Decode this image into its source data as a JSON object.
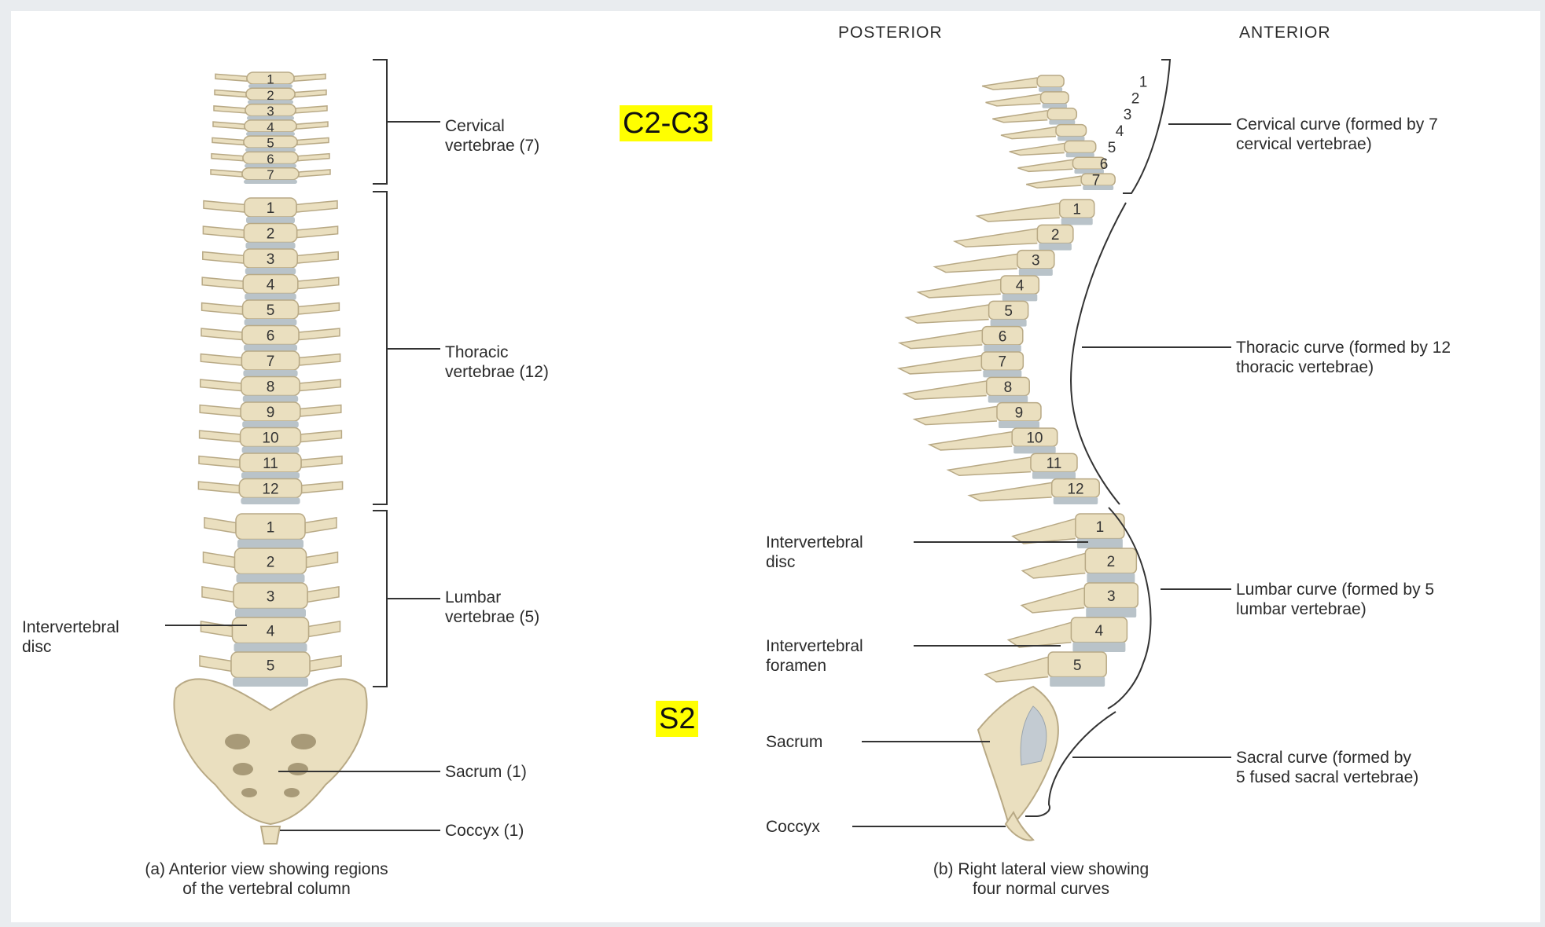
{
  "left": {
    "cervical": "Cervical\nvertebrae (7)",
    "thoracic": "Thoracic\nvertebrae (12)",
    "lumbar": "Lumbar\nvertebrae (5)",
    "disc": "Intervertebral\ndisc",
    "sacrum": "Sacrum (1)",
    "coccyx": "Coccyx (1)",
    "caption": "(a) Anterior view showing regions\nof the vertebral column",
    "cervical_numbers": [
      "1",
      "2",
      "3",
      "4",
      "5",
      "6",
      "7"
    ],
    "thoracic_numbers": [
      "1",
      "2",
      "3",
      "4",
      "5",
      "6",
      "7",
      "8",
      "9",
      "10",
      "11",
      "12"
    ],
    "lumbar_numbers": [
      "1",
      "2",
      "3",
      "4",
      "5"
    ]
  },
  "highlights": {
    "top": "C2-C3",
    "bottom": "S2",
    "color": "#ffff00"
  },
  "right": {
    "posterior": "POSTERIOR",
    "anterior": "ANTERIOR",
    "cervical": "Cervical curve (formed by 7\ncervical vertebrae)",
    "thoracic": "Thoracic curve (formed by 12\nthoracic vertebrae)",
    "lumbar": "Lumbar curve (formed by 5\nlumbar vertebrae)",
    "sacral": "Sacral curve (formed by\n5 fused sacral vertebrae)",
    "disc": "Intervertebral\ndisc",
    "foramen": "Intervertebral\nforamen",
    "sacrum": "Sacrum",
    "coccyx": "Coccyx",
    "caption": "(b) Right lateral view showing\nfour normal curves",
    "cervical_numbers": [
      "1",
      "2",
      "3",
      "4",
      "5",
      "6",
      "7"
    ],
    "thoracic_numbers": [
      "1",
      "2",
      "3",
      "4",
      "5",
      "6",
      "7",
      "8",
      "9",
      "10",
      "11",
      "12"
    ],
    "lumbar_numbers": [
      "1",
      "2",
      "3",
      "4",
      "5"
    ]
  },
  "colors": {
    "bone": "#eadfbf",
    "bone_stroke": "#b8a985",
    "disc": "#b9c3c9",
    "line": "#333333"
  }
}
